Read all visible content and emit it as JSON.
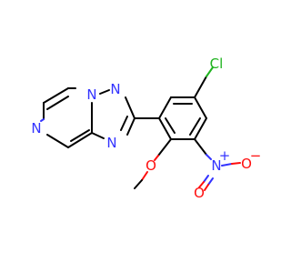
{
  "molecule": {
    "atoms": {
      "cl": {
        "label": "Cl",
        "color": "#1fb31f"
      },
      "n1": {
        "label": "N",
        "color": "#3333ff"
      },
      "n2": {
        "label": "N",
        "color": "#3333ff"
      },
      "n3": {
        "label": "N",
        "color": "#3333ff"
      },
      "n4": {
        "label": "N",
        "color": "#3333ff"
      },
      "n_plus": {
        "label": "N",
        "charge": "+",
        "color": "#3333ff"
      },
      "o_methoxy": {
        "label": "O",
        "color": "#ff0d0d"
      },
      "o_nitro_top": {
        "label": "O",
        "charge": "−",
        "color": "#ff0d0d"
      },
      "o_nitro_bottom": {
        "label": "O",
        "color": "#ff0d0d"
      }
    }
  }
}
